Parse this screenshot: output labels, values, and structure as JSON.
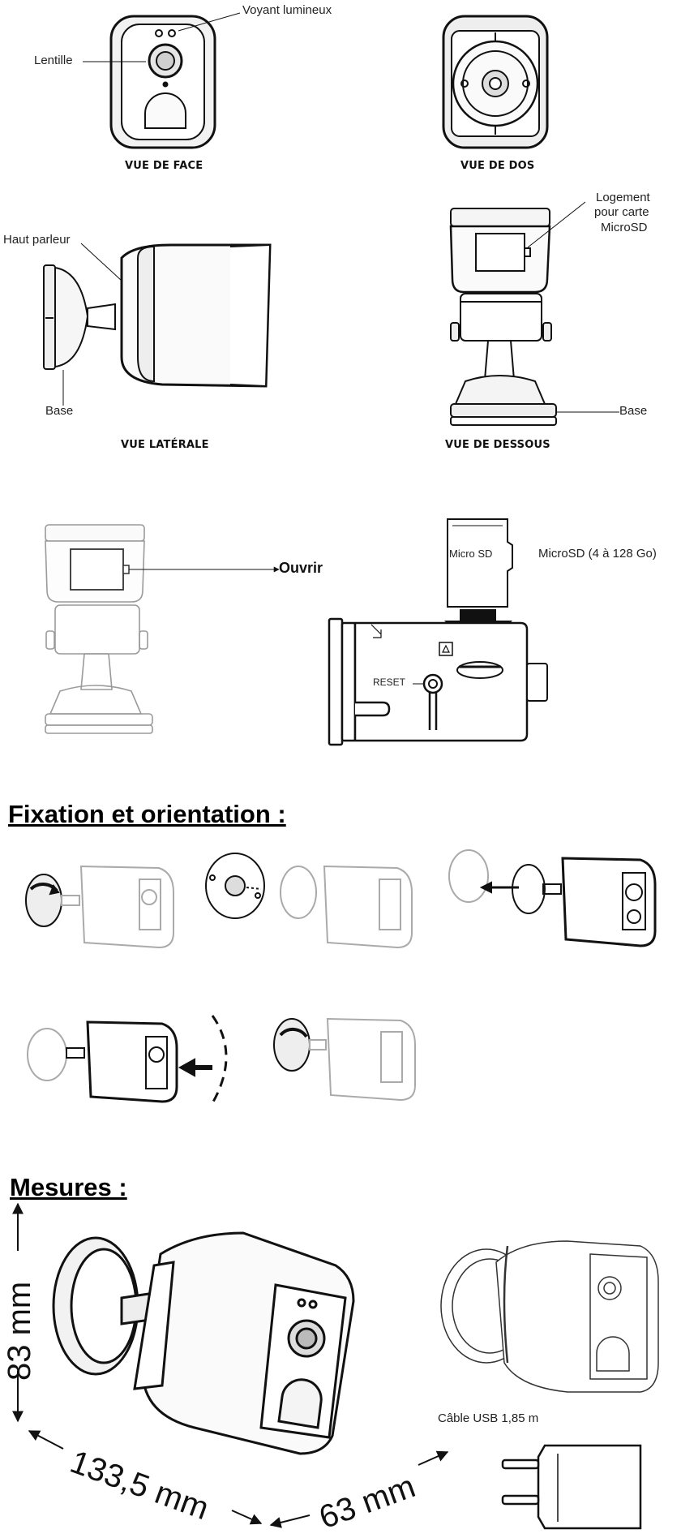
{
  "views": {
    "front": {
      "caption": "VUE DE FACE",
      "label_light": "Voyant lumineux",
      "label_lens": "Lentille"
    },
    "back": {
      "caption": "VUE DE DOS"
    },
    "side": {
      "caption": "VUE LATÉRALE",
      "label_speaker": "Haut parleur",
      "label_base": "Base"
    },
    "bottom": {
      "caption": "VUE DE DESSOUS",
      "label_slot": [
        "Logement",
        "pour carte",
        "MicroSD"
      ],
      "label_base": "Base"
    }
  },
  "microsd": {
    "open_label": "Ouvrir",
    "card_text": "Micro SD",
    "capacity": "MicroSD (4 à 128 Go)",
    "reset_label": "RESET"
  },
  "sections": {
    "mounting_title": "Fixation et orientation :",
    "measures_title": "Mesures :"
  },
  "measures": {
    "height": "83 mm",
    "length": "133,5 mm",
    "depth": "63 mm",
    "cable": "Câble USB 1,85 m"
  }
}
